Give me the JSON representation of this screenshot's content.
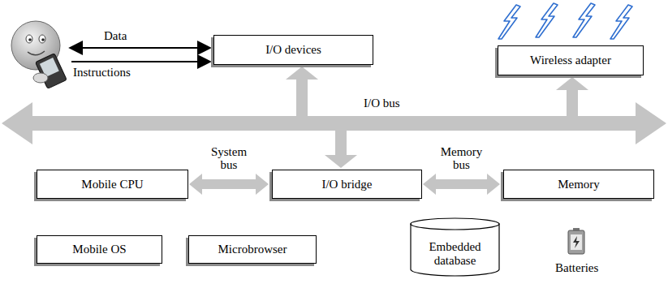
{
  "diagram": {
    "nodes": [
      {
        "text": [
          "I/O devices"
        ]
      },
      {
        "text": [
          "Wireless adapter"
        ]
      },
      {
        "text": [
          "Mobile CPU"
        ]
      },
      {
        "text": [
          "I/O bridge"
        ]
      },
      {
        "text": [
          "Memory"
        ]
      },
      {
        "text": [
          "Mobile OS"
        ]
      },
      {
        "text": [
          "Microbrowser"
        ]
      },
      {
        "text": [
          "Embedded database"
        ]
      }
    ],
    "edges": [
      {
        "from": 2,
        "to": 3,
        "arrow": "both",
        "label": "System bus"
      },
      {
        "from": 3,
        "to": 4,
        "arrow": "both",
        "label": "Memory bus"
      }
    ],
    "labels": [
      "Data",
      "Instructions",
      "I/O bus",
      "Batteries"
    ]
  }
}
